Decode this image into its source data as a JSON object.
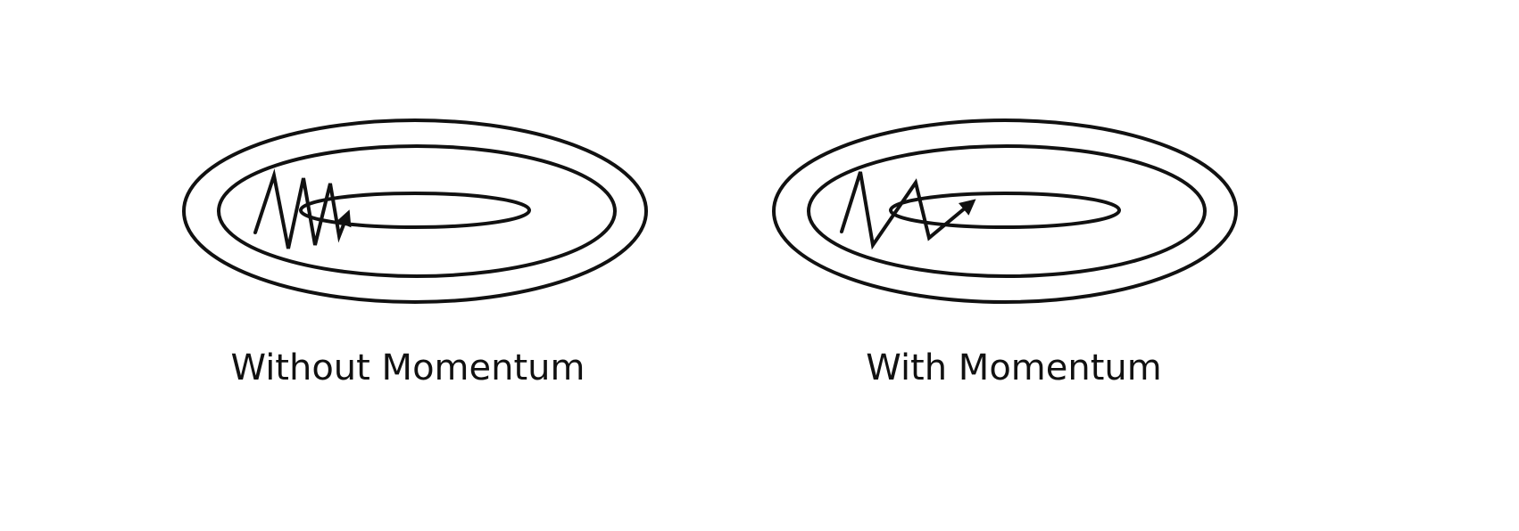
{
  "panels": [
    {
      "id": "without-momentum",
      "caption": "Without Momentum"
    },
    {
      "id": "with-momentum",
      "caption": "With Momentum"
    }
  ],
  "colors": {
    "background": "#ffffff",
    "stroke": "#111111"
  }
}
